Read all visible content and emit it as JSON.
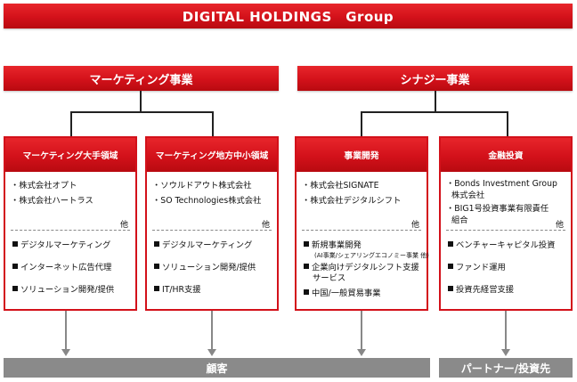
{
  "header": {
    "title": "DIGITAL HOLDINGS　Group"
  },
  "segments": [
    {
      "label": "マーケティング事業"
    },
    {
      "label": "シナジー事業"
    }
  ],
  "divisions": [
    {
      "title": "マーケティング大手領域",
      "companies": [
        "・株式会社オプト",
        "・株式会社ハートラス"
      ],
      "etc": "他",
      "business": [
        "デジタルマーケティング",
        "インターネット広告代理",
        "ソリューション開発/提供"
      ]
    },
    {
      "title": "マーケティング地方中小領域",
      "companies": [
        "・ソウルドアウト株式会社",
        "・SO Technologies株式会社"
      ],
      "etc": "他",
      "business": [
        "デジタルマーケティング",
        "ソリューション開発/提供",
        "IT/HR支援"
      ]
    },
    {
      "title": "事業開発",
      "companies": [
        "・株式会社SIGNATE",
        "・株式会社デジタルシフト"
      ],
      "etc": "他",
      "business": [
        {
          "text": "新規事業開発",
          "sub": "(AI事業/シェアリングエコノミー事業 他)"
        },
        {
          "text": "企業向けデジタルシフト支援",
          "cont": "サービス"
        },
        {
          "text": "中国/一般貿易事業"
        }
      ]
    },
    {
      "title": "金融投資",
      "companies": [
        {
          "text": "・Bonds Investment Group",
          "cont": "株式会社"
        },
        {
          "text": "・BIG1号投資事業有限責任",
          "cont": "組合"
        }
      ],
      "etc": "他",
      "business": [
        "ベンチャーキャピタル投資",
        "ファンド運用",
        "投資先経営支援"
      ]
    }
  ],
  "footer": {
    "customers": "顧客",
    "partners": "パートナー/投資先"
  },
  "colors": {
    "brand_red": "#d3111a",
    "bar_gray": "#8a8a8a"
  }
}
